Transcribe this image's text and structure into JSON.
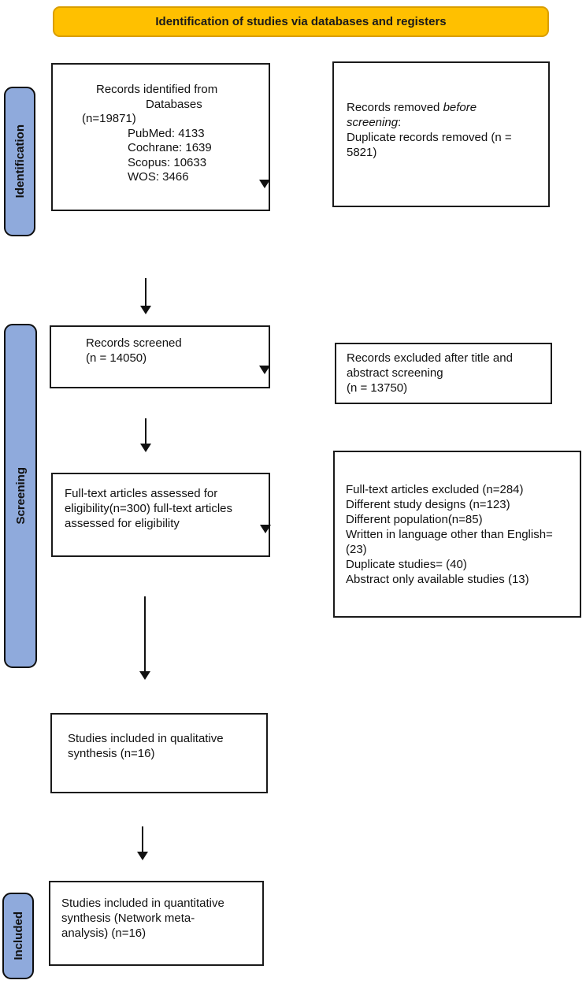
{
  "title": "Identification of studies via databases and registers",
  "colors": {
    "banner_fill": "#FFC000",
    "banner_border": "#DA9E00",
    "stage_fill": "#8FAADC",
    "box_border": "#1a1a1a"
  },
  "stages": {
    "identification": "Identification",
    "screening": "Screening",
    "included": "Included"
  },
  "boxes": {
    "records_identified": {
      "line1": "Records identified from",
      "line2": "Databases",
      "line3": "(n=19871)",
      "sources": [
        "PubMed: 4133",
        "Cochrane: 1639",
        "Scopus: 10633",
        "WOS: 3466"
      ]
    },
    "records_removed": {
      "line1_normal": "Records removed ",
      "line1_italic": "before",
      "line2_italic": "screening",
      "line2_suffix": ":",
      "line3": "Duplicate records removed (n =",
      "line4": "5821)"
    },
    "records_screened": {
      "text": "Records screened\n(n = 14050)"
    },
    "records_excluded": {
      "text": "Records excluded after title and\nabstract screening\n(n = 13750)"
    },
    "fulltext_assessed": {
      "text": "Full-text articles assessed for\neligibility(n=300) full-text articles\nassessed for eligibility"
    },
    "fulltext_excluded": {
      "text": "Full-text articles excluded (n=284)\nDifferent study designs (n=123)\nDifferent population(n=85)\nWritten in language other than English=\n(23)\nDuplicate studies= (40)\nAbstract only available studies (13)"
    },
    "qualitative": {
      "text": "Studies included in qualitative\nsynthesis (n=16)"
    },
    "quantitative": {
      "text": "Studies included in quantitative\nsynthesis (Network meta-\nanalysis) (n=16)"
    }
  }
}
